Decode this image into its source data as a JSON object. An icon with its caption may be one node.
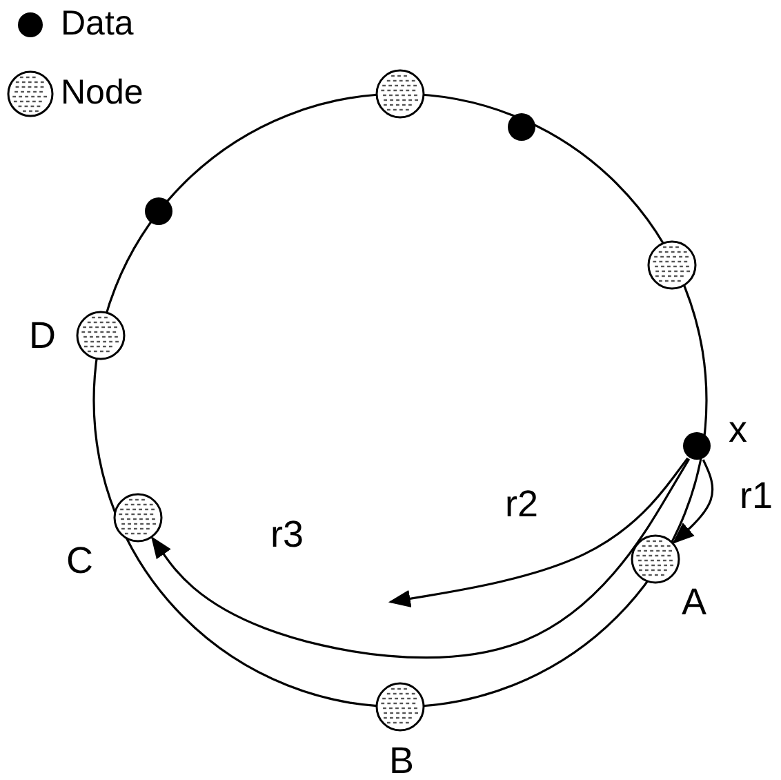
{
  "diagram": {
    "nodes": [
      {
        "text": [],
        "shape": "circle"
      },
      {
        "text": [],
        "shape": "dot"
      },
      {
        "text": [],
        "shape": "dot"
      },
      {
        "text": [],
        "shape": "circle"
      },
      {
        "text": [],
        "shape": "circle",
        "beside": [
          "D"
        ]
      },
      {
        "text": [],
        "shape": "dot",
        "beside": [
          "x"
        ]
      },
      {
        "text": [],
        "shape": "circle",
        "beside": [
          "C"
        ]
      },
      {
        "text": [],
        "shape": "circle",
        "beside": [
          "A"
        ]
      },
      {
        "text": [],
        "shape": "circle",
        "beside": [
          "B"
        ]
      }
    ],
    "edges": [
      {
        "from": 5,
        "to": 7,
        "arrow": "to",
        "label": "r1"
      },
      {
        "from": 5,
        "to": null,
        "arrow": "to",
        "label": "r2"
      },
      {
        "from": 5,
        "to": 6,
        "arrow": "to",
        "label": "r3"
      }
    ],
    "legend": [
      {
        "text": "Data"
      },
      {
        "text": "Node"
      }
    ]
  }
}
